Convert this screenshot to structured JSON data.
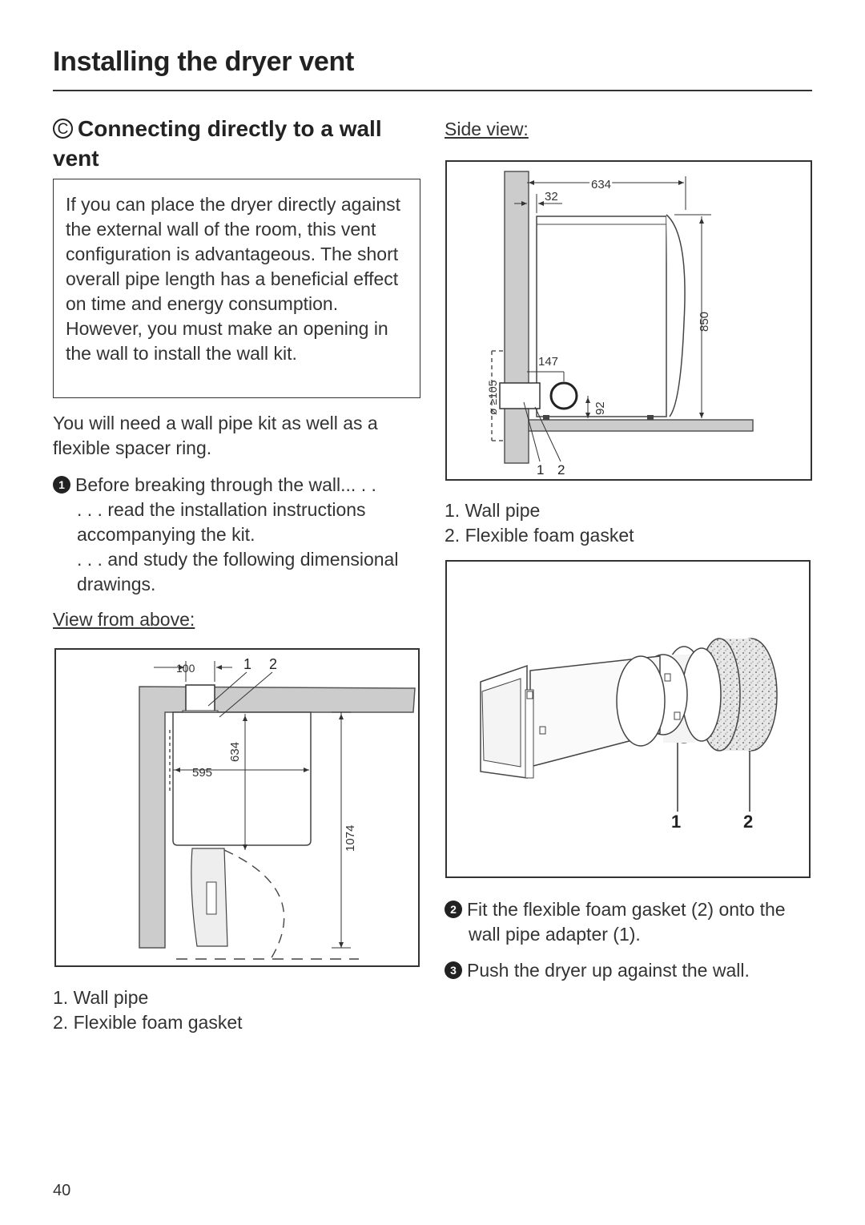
{
  "page": {
    "title": "Installing the dryer vent",
    "number": "40"
  },
  "section": {
    "letter": "C",
    "heading": "Connecting directly to a wall vent"
  },
  "note": "If you can place the dryer directly against the external wall of the room, this vent configuration is advantageous. The short overall pipe length has a beneficial effect on time and energy consumption. However, you must make an opening in the wall to install the wall kit.",
  "intro": "You will need a wall pipe kit as well as a flexible spacer ring.",
  "steps": [
    {
      "num": "1",
      "text": "Before breaking through the wall... . .",
      "sub": [
        ". . . read the installation instructions accompanying the kit.",
        ". . . and study the following dimensional drawings."
      ]
    },
    {
      "num": "2",
      "text": "Fit the flexible foam gasket (2) onto the wall pipe adapter (1)."
    },
    {
      "num": "3",
      "text": "Push the dryer up against the wall."
    }
  ],
  "figures": {
    "above": {
      "caption": "View from above:",
      "dims": {
        "d100": "100",
        "d634": "634",
        "d595": "595",
        "d1074": "1074"
      },
      "callouts": [
        "1",
        "2"
      ],
      "legend": [
        "1. Wall pipe",
        "2. Flexible foam gasket"
      ]
    },
    "side": {
      "caption": "Side view:",
      "dims": {
        "d634": "634",
        "d32": "32",
        "d850": "850",
        "d147": "147",
        "d105": "ø ≥105",
        "d92": "92"
      },
      "callouts": [
        "1",
        "2"
      ],
      "legend": [
        "1. Wall pipe",
        "2. Flexible foam gasket"
      ]
    },
    "kit": {
      "callouts": [
        "1",
        "2"
      ]
    }
  }
}
